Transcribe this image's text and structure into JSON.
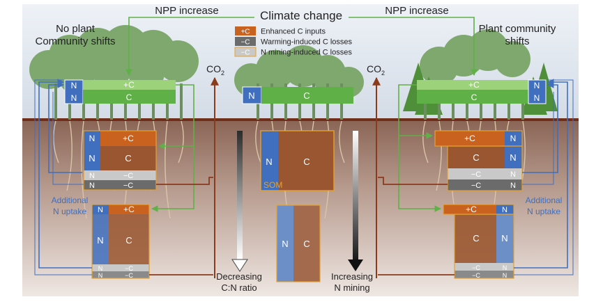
{
  "title": "Climate change",
  "npp_left": "NPP increase",
  "npp_right": "NPP increase",
  "left_heading": [
    "No plant",
    "Community shifts"
  ],
  "right_heading": [
    "Plant community",
    "shifts"
  ],
  "legend": [
    {
      "swatch": "+C",
      "label": "Enhanced C inputs",
      "color": "#c9621f"
    },
    {
      "swatch": "−C",
      "label": "Warming-induced C losses",
      "color": "#6b6b6b"
    },
    {
      "swatch": "−C",
      "label": "N mining-induced C losses",
      "color": "#c9c9c9"
    }
  ],
  "co2": "CO",
  "co2_sub": "2",
  "labels": {
    "n": "N",
    "c": "C",
    "plus_c": "+C",
    "minus_c": "−C",
    "som": "SOM"
  },
  "left_additional": [
    "Additional",
    "N  uptake"
  ],
  "right_additional": [
    "Additional",
    "N  uptake"
  ],
  "arrow_left": [
    "Decreasing",
    "C:N ratio"
  ],
  "arrow_right": [
    "Increasing",
    "N mining"
  ],
  "colors": {
    "sky": "#dfe5ee",
    "soil": "#b49a8f",
    "green_light": "#9bd27a",
    "green": "#5fb047",
    "n_blue": "#3f6fbe",
    "c_brown": "#9a5630",
    "plus_orange": "#c9621f",
    "loss_dark": "#6b6b6b",
    "loss_light": "#c9c9c9",
    "carbon_arrow": "#8b3a1c",
    "som_border": "#e6a12e"
  }
}
